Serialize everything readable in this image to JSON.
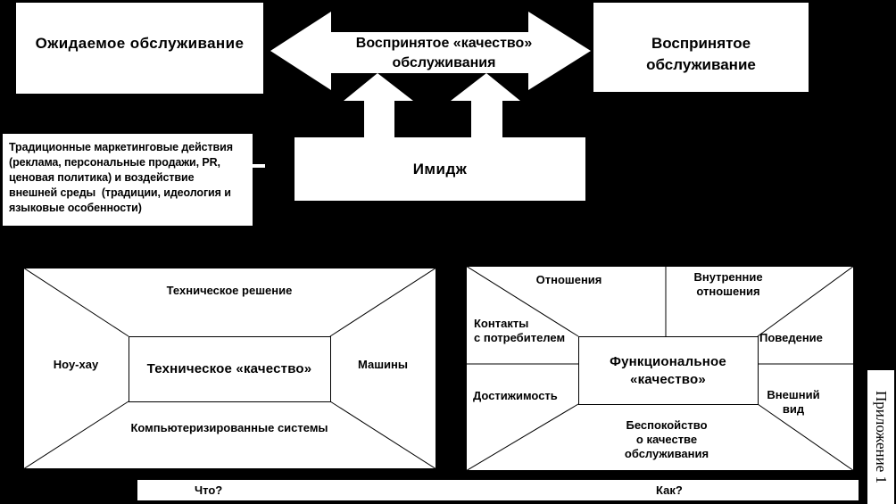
{
  "colors": {
    "background": "#000000",
    "box_fill": "#ffffff",
    "text": "#000000",
    "line": "#000000"
  },
  "top_row": {
    "expected_service": "Ожидаемое обслуживание",
    "perceived_quality_arrow": {
      "lines": [
        "Воспринятое «качество»",
        "обслуживания"
      ]
    },
    "perceived_service": {
      "lines": [
        "Воспринятое",
        "обслуживание"
      ]
    }
  },
  "middle_row": {
    "marketing_box": {
      "lines": [
        "Традиционные маркетинговые действия",
        "(реклама, персональные продажи, PR,",
        "ценовая политика) и воздействие",
        "внешней среды  (традиции, идеология и",
        "языковые особенности)"
      ]
    },
    "image_box": "Имидж"
  },
  "technical_envelope": {
    "top": "Техническое решение",
    "left": "Ноу-хау",
    "right": "Машины",
    "bottom": "Компьютеризированные системы",
    "center": "Техническое «качество»"
  },
  "functional_envelope": {
    "top_left": "Отношения",
    "top_right": {
      "lines": [
        "Внутренние",
        "отношения"
      ]
    },
    "left_upper": {
      "lines": [
        "Контакты",
        "с потребителем"
      ]
    },
    "right_upper": "Поведение",
    "left_lower": "Достижимость",
    "right_lower": {
      "lines": [
        "Внешний",
        "вид"
      ]
    },
    "bottom": {
      "lines": [
        "Беспокойство",
        "о качестве",
        "обслуживания"
      ]
    },
    "center": {
      "lines": [
        "Функциональное",
        "«качество»"
      ]
    }
  },
  "footer": {
    "what": "Что?",
    "how": "Как?"
  },
  "appendix": "Приложение 1"
}
